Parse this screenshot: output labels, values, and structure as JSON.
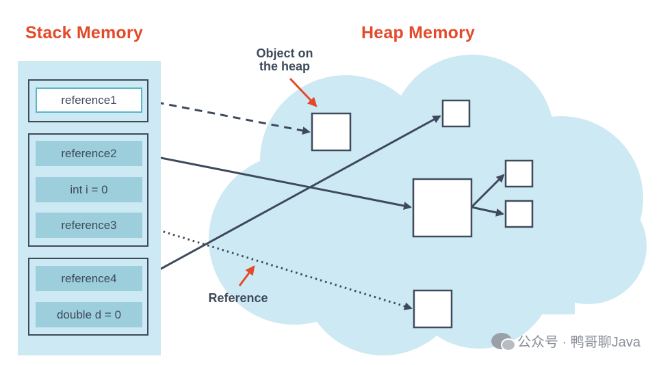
{
  "titles": {
    "stack": "Stack Memory",
    "heap": "Heap Memory"
  },
  "stack": {
    "cells": [
      {
        "label": "reference1",
        "style": "highlight"
      },
      {
        "label": "reference2",
        "style": "normal"
      },
      {
        "label": "int i = 0",
        "style": "normal"
      },
      {
        "label": "reference3",
        "style": "normal"
      },
      {
        "label": "reference4",
        "style": "normal"
      },
      {
        "label": "double d = 0",
        "style": "normal"
      }
    ]
  },
  "annotations": {
    "object_on_heap": "Object on\nthe heap",
    "reference": "Reference"
  },
  "watermark": {
    "text": "公众号 · 鸭哥聊Java",
    "icon": "wechat-icon"
  },
  "colors": {
    "title": "#e24a2a",
    "cloud": "#cde9f3",
    "cell": "#9ccfdb",
    "line": "#3e4a5c",
    "annotation_arrow": "#e24a2a"
  }
}
